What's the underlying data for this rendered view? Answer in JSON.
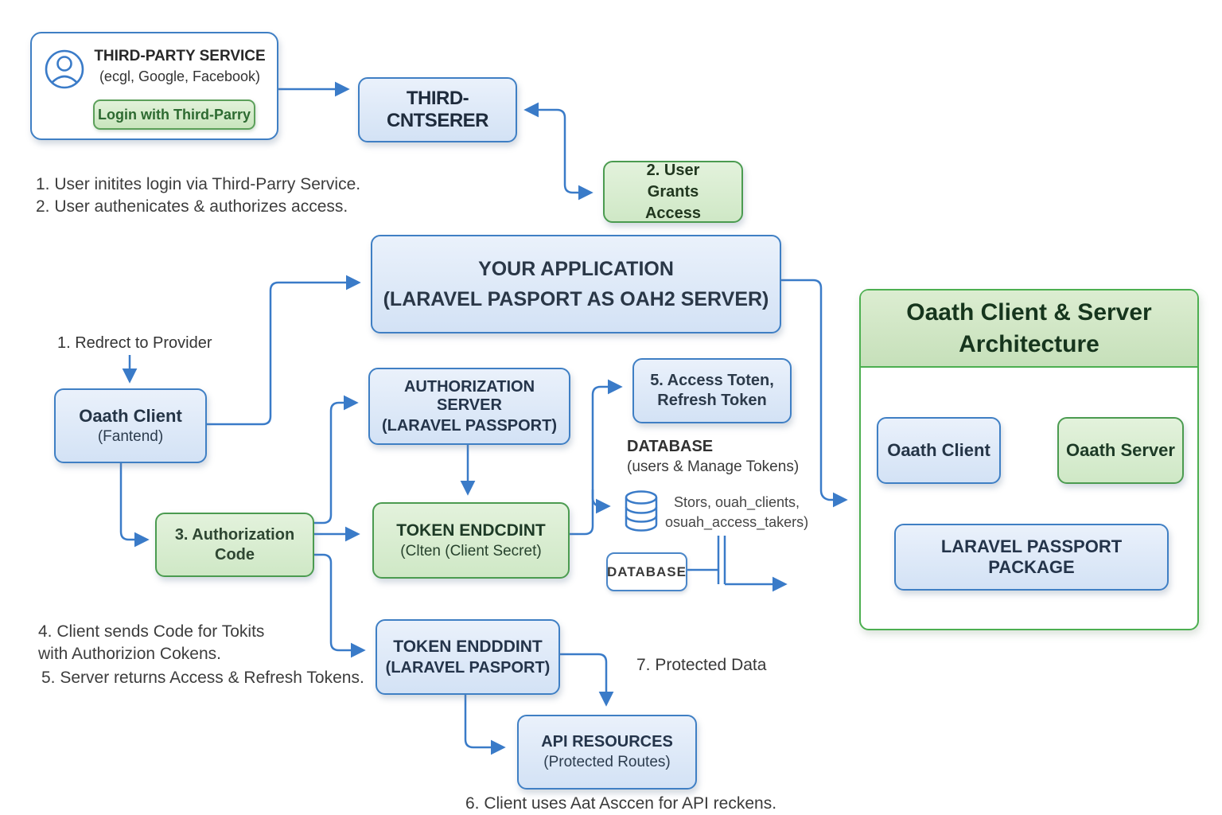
{
  "colors": {
    "arrow": "#3a7bc8",
    "blue_border": "#3f7fc4",
    "blue_fill": "#d9e6f6",
    "green_border": "#4b9b50",
    "green_fill": "#d8ecd2",
    "panel_header_fill": "#cfe5c3",
    "dark_text": "#24344a",
    "green_text": "#20402a",
    "gray_text": "#3d3d3d"
  },
  "third_party_card": {
    "title": "THIRD-PARTY SERVICE",
    "subtitle": "(ecgl, Google, Facebook)",
    "button_label": "Login with Third-Parry"
  },
  "third_server_box": {
    "label": "THIRD-CNTSERER"
  },
  "user_grants_box": {
    "label": "2. User Grants Access"
  },
  "steps_top": [
    "1. User initites login via Third-Parry Service.",
    "2. User authenicates & authorizes access."
  ],
  "your_application_box": {
    "line1": "YOUR APPLICATION",
    "line2": "(LARAVEL PASPORT AS OAH2 SERVER)"
  },
  "redirect_label": "1. Redrect to Provider",
  "oauth_client_box": {
    "line1": "Oaath Client",
    "line2": "(Fantend)"
  },
  "auth_server_box": {
    "line1": "AUTHORIZATION SERVER",
    "line2": "(LARAVEL PASSPORT)"
  },
  "access_token_box": {
    "line1": "5. Access Toten,",
    "line2": "Refresh Token"
  },
  "database_heading": {
    "line1": "DATABASE",
    "line2": "(users & Manage Tokens)"
  },
  "auth_code_box": {
    "line1": "3. Authorization",
    "line2": "Code"
  },
  "token_endpoint_green_box": {
    "line1": "TOKEN ENDCDINT",
    "line2": "(Clten (Client Secret)"
  },
  "db_store_note": {
    "line1": "Stors, ouah_clients,",
    "line2": "osuah_access_takers)"
  },
  "database_chip": {
    "label": "DATABASE"
  },
  "steps_bottom": [
    "4. Client sends Code for Tokits",
    "with Authorizion Cokens.",
    "5. Server returns Access & Refresh Tokens."
  ],
  "token_endpoint_blue_box": {
    "line1": "TOKEN ENDDDINT",
    "line2": "(LARAVEL PASPORT)"
  },
  "protected_data_label": "7. Protected Data",
  "api_resources_box": {
    "line1": "API RESOURCES",
    "line2": "(Protected Routes)"
  },
  "bottom_caption": "6. Client uses Aat Asccen for API reckens.",
  "right_panel": {
    "title_line1": "Oaath Client & Server",
    "title_line2": "Architecture",
    "client_label": "Oaath Client",
    "server_label": "Oaath Server",
    "package_label": "LARAVEL PASSPORT PACKAGE"
  }
}
